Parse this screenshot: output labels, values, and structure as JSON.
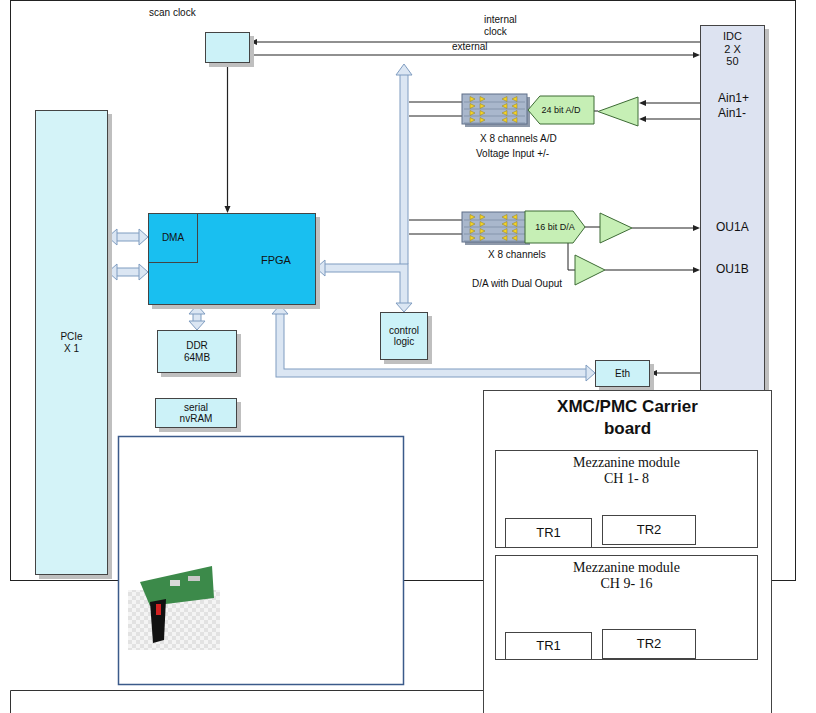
{
  "diagram": {
    "nodes": [
      {
        "text": [
          "scan clock"
        ]
      },
      {
        "text": [
          "IDC 2 X 50"
        ]
      },
      {
        "text": [
          "24 bit A/D"
        ]
      },
      {
        "text": [
          "PCIe X 1"
        ]
      },
      {
        "text": [
          "FPGA"
        ]
      },
      {
        "text": [
          "DMA"
        ],
        "in": 4
      },
      {
        "text": [
          "16 bit D/A"
        ]
      },
      {
        "text": [
          "control logic"
        ]
      },
      {
        "text": [
          "DDR 64MB"
        ]
      },
      {
        "text": [
          "Eth"
        ]
      },
      {
        "text": [
          "serial nvRAM"
        ]
      },
      {
        "text": [
          "XMC/PMC Carrier board"
        ]
      },
      {
        "text": [
          "Mezzanine module CH 1- 8"
        ],
        "in": 11
      },
      {
        "text": [
          "TR1"
        ],
        "in": 12
      },
      {
        "text": [
          "TR2"
        ],
        "in": 12
      },
      {
        "text": [
          "Mezzanine module CH 9- 16"
        ],
        "in": 11
      },
      {
        "text": [
          "TR1"
        ],
        "in": 15
      },
      {
        "text": [
          "TR2"
        ],
        "in": 15
      }
    ],
    "edges": [
      {
        "from": 1,
        "to": 0,
        "arrow": "to",
        "label": "internal clock"
      },
      {
        "from": 0,
        "to": 1,
        "arrow": "to",
        "label": "external"
      },
      {
        "from": 0,
        "to": 4,
        "arrow": "to"
      },
      {
        "from": 3,
        "to": 5,
        "arrow": "both"
      },
      {
        "from": 3,
        "to": 4,
        "arrow": "both"
      },
      {
        "from": 4,
        "to": 8,
        "arrow": "both"
      },
      {
        "from": 4,
        "to": 7,
        "arrow": "both"
      },
      {
        "from": 4,
        "to": 9,
        "arrow": "both"
      },
      {
        "from": 1,
        "to": 9,
        "arrow": "to"
      }
    ],
    "labels": [
      "Ain1+",
      "Ain1-",
      "OU1A",
      "OU1B",
      "X 8 channels A/D",
      "Voltage Input +/-",
      "X 8 channels",
      "D/A with Dual Ouput"
    ]
  }
}
